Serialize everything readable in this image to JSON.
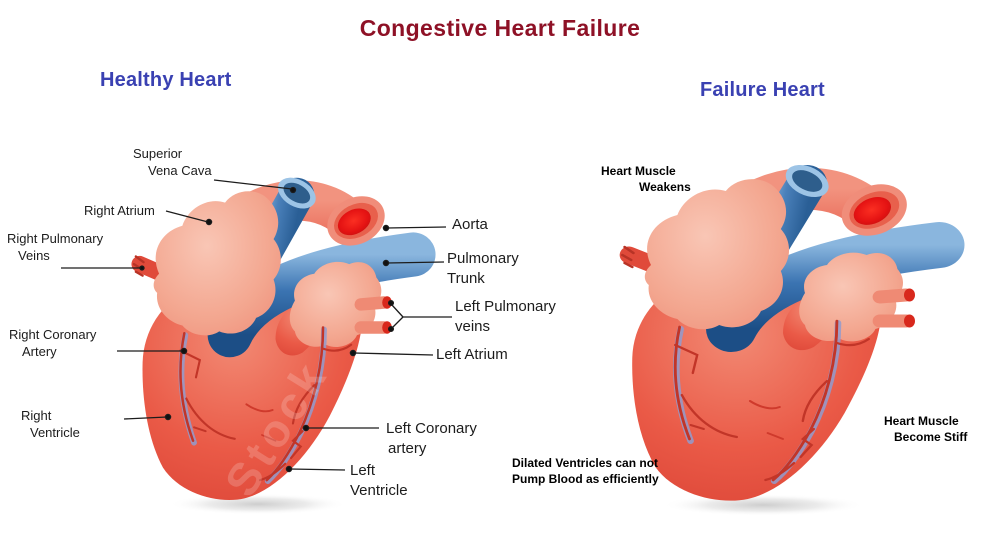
{
  "title": {
    "text": "Congestive Heart Failure",
    "color": "#8e1126"
  },
  "sections": {
    "healthy": {
      "heading": "Healthy Heart"
    },
    "failure": {
      "heading": "Failure Heart"
    }
  },
  "labels": {
    "superior_vena_cava": {
      "line1": "Superior",
      "line2": "Vena Cava"
    },
    "right_atrium": {
      "text": "Right Atrium"
    },
    "right_pulmonary_veins": {
      "line1": "Right Pulmonary",
      "line2": "Veins"
    },
    "right_coronary_artery": {
      "line1": "Right Coronary",
      "line2": "Artery"
    },
    "right_ventricle": {
      "line1": "Right",
      "line2": "Ventricle"
    },
    "aorta": {
      "text": "Aorta"
    },
    "pulmonary_trunk": {
      "line1": "Pulmonary",
      "line2": "Trunk"
    },
    "left_pulmonary_veins": {
      "line1": "Left Pulmonary",
      "line2": "veins"
    },
    "left_atrium": {
      "text": "Left Atrium"
    },
    "left_coronary_artery": {
      "line1": "Left Coronary",
      "line2": "artery"
    },
    "left_ventricle": {
      "line1": "Left",
      "line2": "Ventricle"
    }
  },
  "annotations": {
    "muscle_weakens": {
      "line1": "Heart Muscle",
      "line2": "Weakens"
    },
    "muscle_stiff": {
      "line1": "Heart Muscle",
      "line2": "Become Stiff"
    },
    "dilated_ventricles": {
      "line1": "Dilated Ventricles can not",
      "line2": "Pump Blood as efficiently"
    }
  },
  "watermark": "Stock",
  "colors": {
    "title_maroon": "#8e1126",
    "heading_blue": "#3a41b2",
    "heart_body_red": "#e8564a",
    "heart_edge_red": "#d5382e",
    "atrium_pink": "#f3a793",
    "vessel_blue": "#3b74b2",
    "aorta_lumen_red": "#e01616",
    "label_text": "#1c1c1c"
  }
}
